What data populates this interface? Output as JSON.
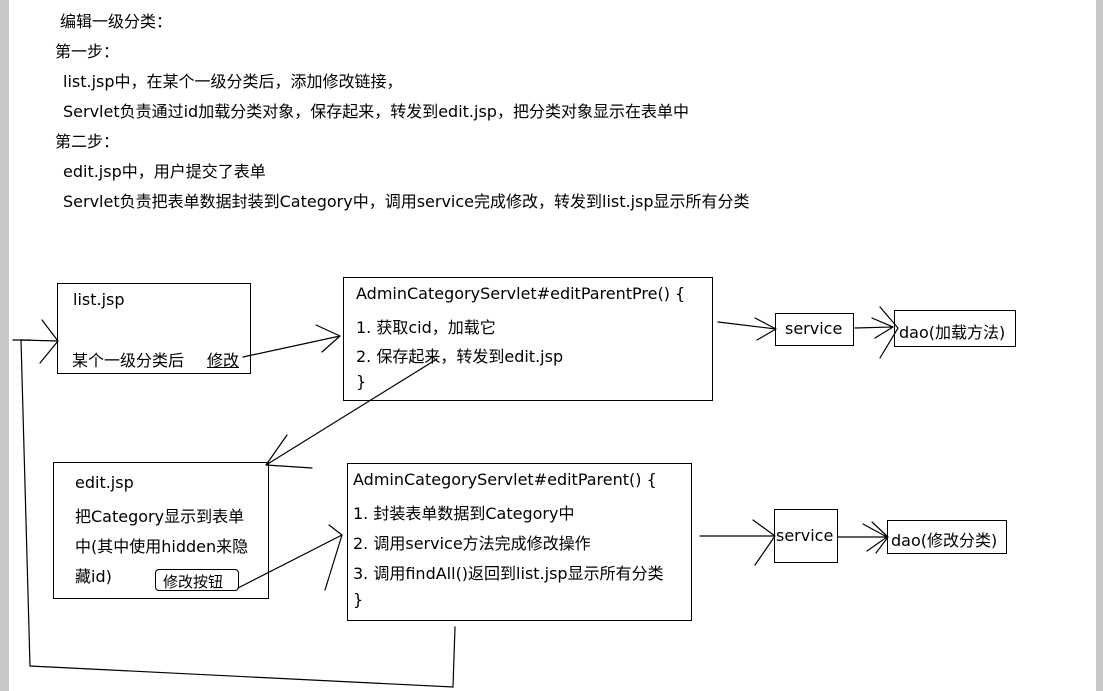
{
  "notes": {
    "heading": "编辑一级分类：",
    "step1_label": "第一步：",
    "step1_line1": "list.jsp中，在某个一级分类后，添加修改链接，",
    "step1_line2": "Servlet负责通过id加载分类对象，保存起来，转发到edit.jsp，把分类对象显示在表单中",
    "step2_label": "第二步：",
    "step2_line1": "edit.jsp中，用户提交了表单",
    "step2_line2": "Servlet负责把表单数据封装到Category中，调用service完成修改，转发到list.jsp显示所有分类"
  },
  "list_box": {
    "title": "list.jsp",
    "text": "某个一级分类后",
    "link": "修改"
  },
  "edit_parent_pre_box": {
    "line1": "AdminCategoryServlet#editParentPre() {",
    "line2": "1. 获取cid，加载它",
    "line3": "2. 保存起来，转发到edit.jsp",
    "line4": "}"
  },
  "service_box_1": {
    "label": "service"
  },
  "dao_box_1": {
    "label": "dao(加载方法)"
  },
  "edit_box": {
    "title": "edit.jsp",
    "line1": "把Category显示到表单",
    "line2": "中(其中使用hidden来隐",
    "line3": "藏id)",
    "button": "修改按钮"
  },
  "edit_parent_box": {
    "line1": "AdminCategoryServlet#editParent() {",
    "line2": "1. 封装表单数据到Category中",
    "line3": "2. 调用service方法完成修改操作",
    "line4": "3. 调用findAll()返回到list.jsp显示所有分类",
    "line5": "}"
  },
  "service_box_2": {
    "label": "service"
  },
  "dao_box_2": {
    "label": "dao(修改分类)"
  }
}
